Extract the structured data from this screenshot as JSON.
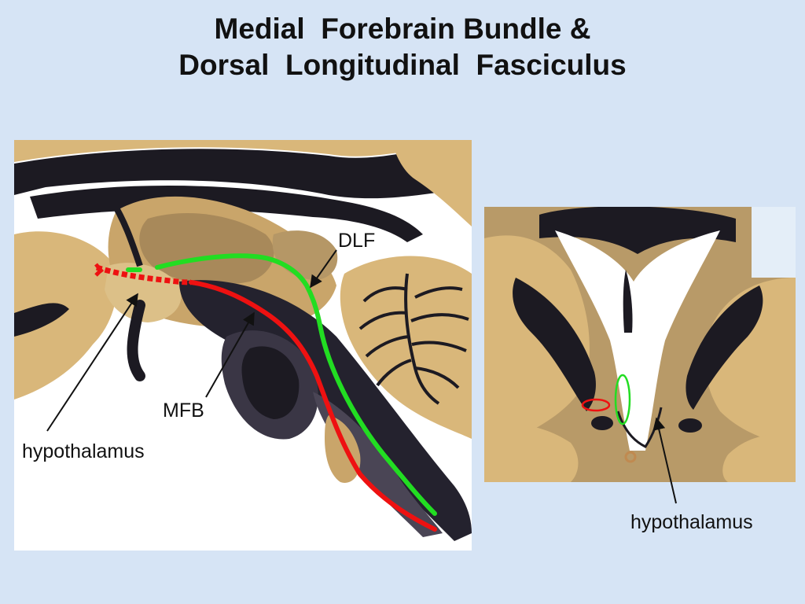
{
  "title": {
    "line1": "Medial  Forebrain Bundle &",
    "line2": "Dorsal  Longitudinal  Fasciculus"
  },
  "labels": {
    "dlf": "DLF",
    "mfb": "MFB",
    "hypothalamus_left": "hypothalamus",
    "hypothalamus_right": "hypothalamus"
  },
  "colors": {
    "background": "#d6e4f5",
    "dlf_tract": "#22dd22",
    "mfb_tract": "#ee1111",
    "tissue_light": "#d9b77a",
    "tissue_dark": "#1c1a22"
  }
}
